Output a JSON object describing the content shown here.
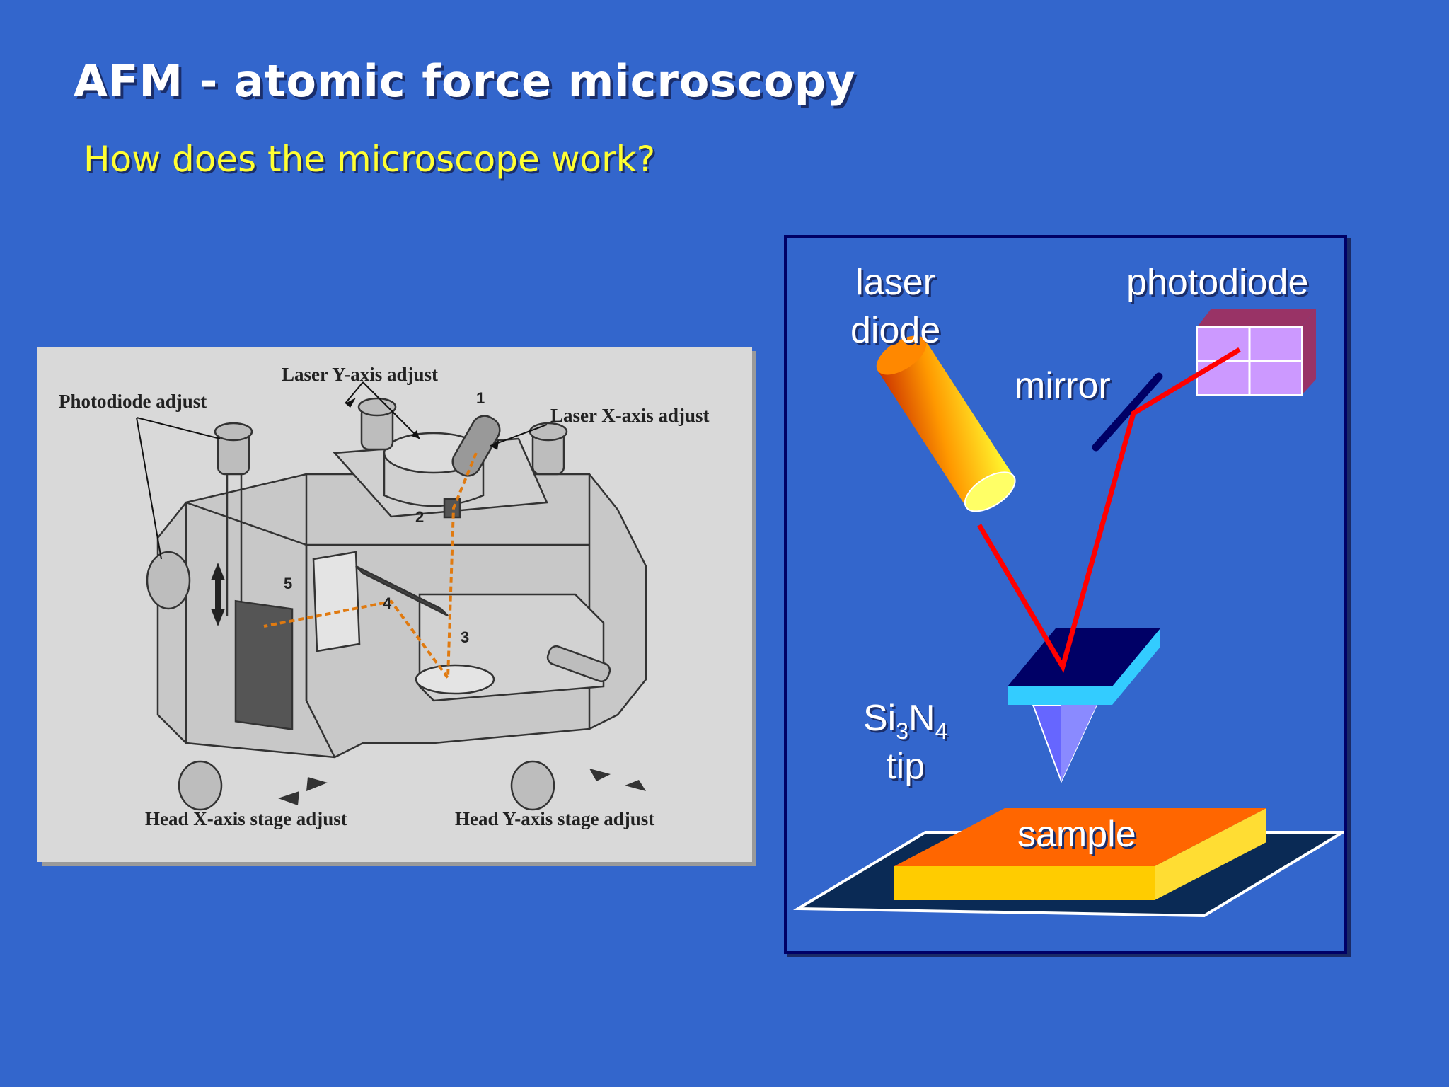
{
  "slide": {
    "title": "AFM - atomic force microscopy",
    "subtitle": "How does the microscope work?"
  },
  "afm_head_figure": {
    "labels": {
      "photodiode_adjust": "Photodiode adjust",
      "laser_y_adjust": "Laser Y-axis adjust",
      "laser_x_adjust": "Laser X-axis adjust",
      "head_x_stage": "Head X-axis stage adjust",
      "head_y_stage": "Head Y-axis stage adjust"
    },
    "numbers": [
      "1",
      "2",
      "3",
      "4",
      "5"
    ]
  },
  "schematic": {
    "laser_line1": "laser",
    "laser_line2": "diode",
    "photodiode": "photodiode",
    "mirror": "mirror",
    "tip_si": "Si",
    "tip_sub3": "3",
    "tip_n": "N",
    "tip_sub4": "4",
    "tip_line2": "tip",
    "sample": "sample"
  },
  "colors": {
    "background": "#3366cc",
    "title": "#ffffff",
    "subtitle": "#ffff33",
    "laser_beam": "#ff0000",
    "sample_top": "#ff6600",
    "sample_side": "#ffcc00",
    "cantilever": "#000066",
    "cantilever_edge": "#33ccff",
    "photodiode": "#cc99ff"
  }
}
